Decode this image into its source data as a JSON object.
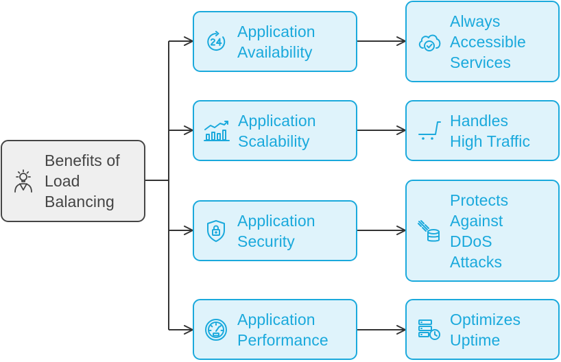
{
  "root": {
    "lines": [
      "Benefits of",
      "Load",
      "Balancing"
    ],
    "icon": "idea-person-icon"
  },
  "branches": [
    {
      "benefit": {
        "lines": [
          "Application",
          "Availability"
        ],
        "icon": "24-hour-icon"
      },
      "outcome": {
        "lines": [
          "Always",
          "Accessible",
          "Services"
        ],
        "icon": "cloud-check-icon"
      }
    },
    {
      "benefit": {
        "lines": [
          "Application",
          "Scalability"
        ],
        "icon": "growth-chart-icon"
      },
      "outcome": {
        "lines": [
          "Handles",
          "High Traffic"
        ],
        "icon": "shopping-cart-icon"
      }
    },
    {
      "benefit": {
        "lines": [
          "Application",
          "Security"
        ],
        "icon": "shield-lock-icon"
      },
      "outcome": {
        "lines": [
          "Protects",
          "Against",
          "DDoS",
          "Attacks"
        ],
        "icon": "database-attack-icon"
      }
    },
    {
      "benefit": {
        "lines": [
          "Application",
          "Performance"
        ],
        "icon": "speedometer-icon"
      },
      "outcome": {
        "lines": [
          "Optimizes",
          "Uptime"
        ],
        "icon": "server-clock-icon"
      }
    }
  ],
  "colors": {
    "accent": "#1aa9dc",
    "accent_fill": "#dff3fb",
    "root_border": "#454545",
    "root_fill": "#efefef",
    "connector": "#333333"
  }
}
